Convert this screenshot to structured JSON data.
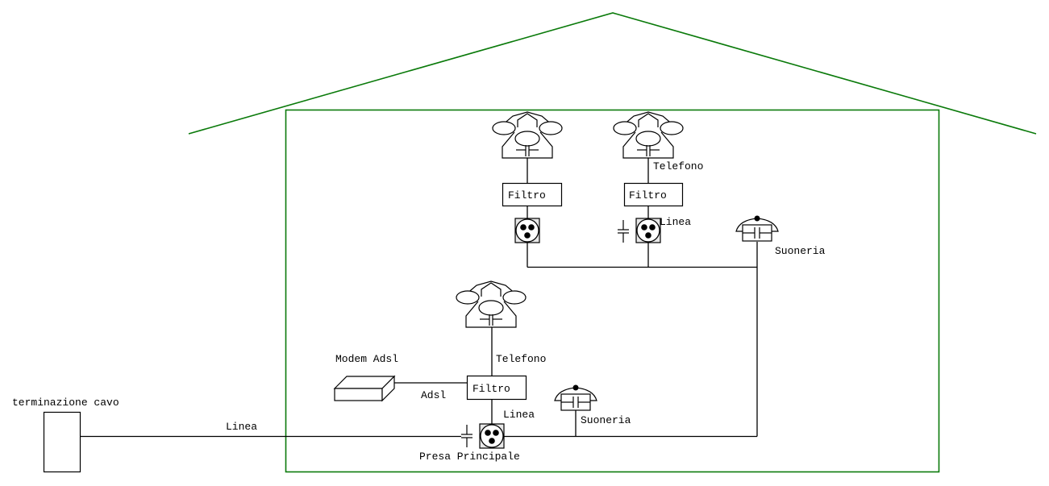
{
  "diagram": {
    "title": "Impianto telefonico domestico con ADSL",
    "colors": {
      "house": "#0a7a0a",
      "lines": "#000000",
      "background": "#ffffff"
    },
    "labels": {
      "cable_termination": "terminazione cavo",
      "main_line": "Linea",
      "modem": "Modem Adsl",
      "adsl_link": "Adsl",
      "main_filter": "Filtro",
      "main_phone_link": "Telefono",
      "main_filter_line": "Linea",
      "main_socket": "Presa Principale",
      "ringer_main": "Suoneria",
      "filter_left": "Filtro",
      "filter_right": "Filtro",
      "right_phone_link": "Telefono",
      "right_socket_line": "Linea",
      "ringer_upper": "Suoneria"
    },
    "components": [
      {
        "name": "terminazione cavo",
        "type": "cable-termination"
      },
      {
        "name": "Presa Principale",
        "type": "socket"
      },
      {
        "name": "Modem Adsl",
        "type": "modem"
      },
      {
        "name": "Filtro (principale)",
        "type": "filter"
      },
      {
        "name": "Telefono (principale)",
        "type": "telephone"
      },
      {
        "name": "Suoneria (principale)",
        "type": "ringer"
      },
      {
        "name": "Presa sinistra",
        "type": "socket"
      },
      {
        "name": "Filtro sinistro",
        "type": "filter"
      },
      {
        "name": "Telefono sinistro",
        "type": "telephone"
      },
      {
        "name": "Presa destra",
        "type": "socket"
      },
      {
        "name": "Filtro destro",
        "type": "filter"
      },
      {
        "name": "Telefono destro",
        "type": "telephone"
      },
      {
        "name": "Suoneria (superiore)",
        "type": "ringer"
      }
    ]
  }
}
